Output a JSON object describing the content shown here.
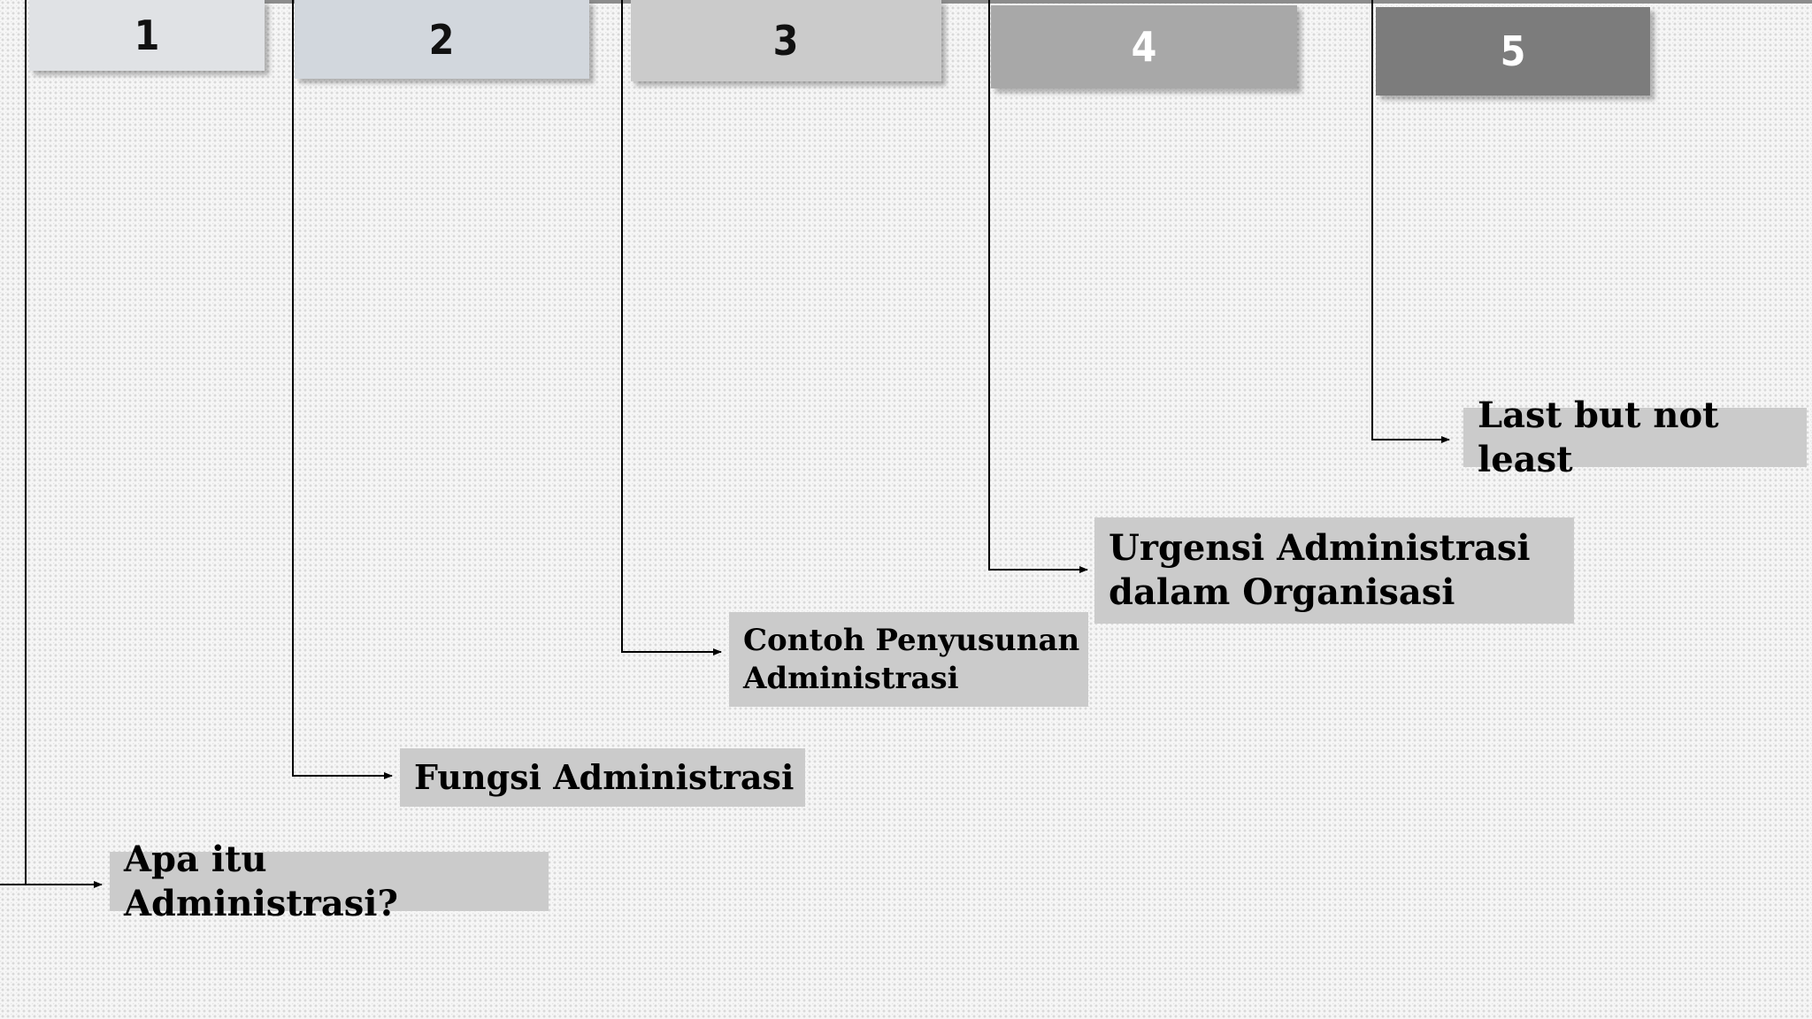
{
  "tabs": [
    {
      "label": "1"
    },
    {
      "label": "2"
    },
    {
      "label": "3"
    },
    {
      "label": "4"
    },
    {
      "label": "5"
    }
  ],
  "topics": [
    {
      "label": "Apa itu Administrasi?"
    },
    {
      "label": "Fungsi Administrasi"
    },
    {
      "label": "Contoh Penyusunan\nAdministrasi"
    },
    {
      "label": "Urgensi Administrasi\ndalam Organisasi"
    },
    {
      "label": "Last but not least"
    }
  ],
  "colors": {
    "background": "#f6f6f6",
    "tab_1": "#e0e2e5",
    "tab_2": "#d2d7dd",
    "tab_3": "#cbcbcb",
    "tab_4": "#a8a8a8",
    "tab_5": "#7c7c7c",
    "topic_box": "#cbcbcb",
    "connector": "#000000"
  }
}
